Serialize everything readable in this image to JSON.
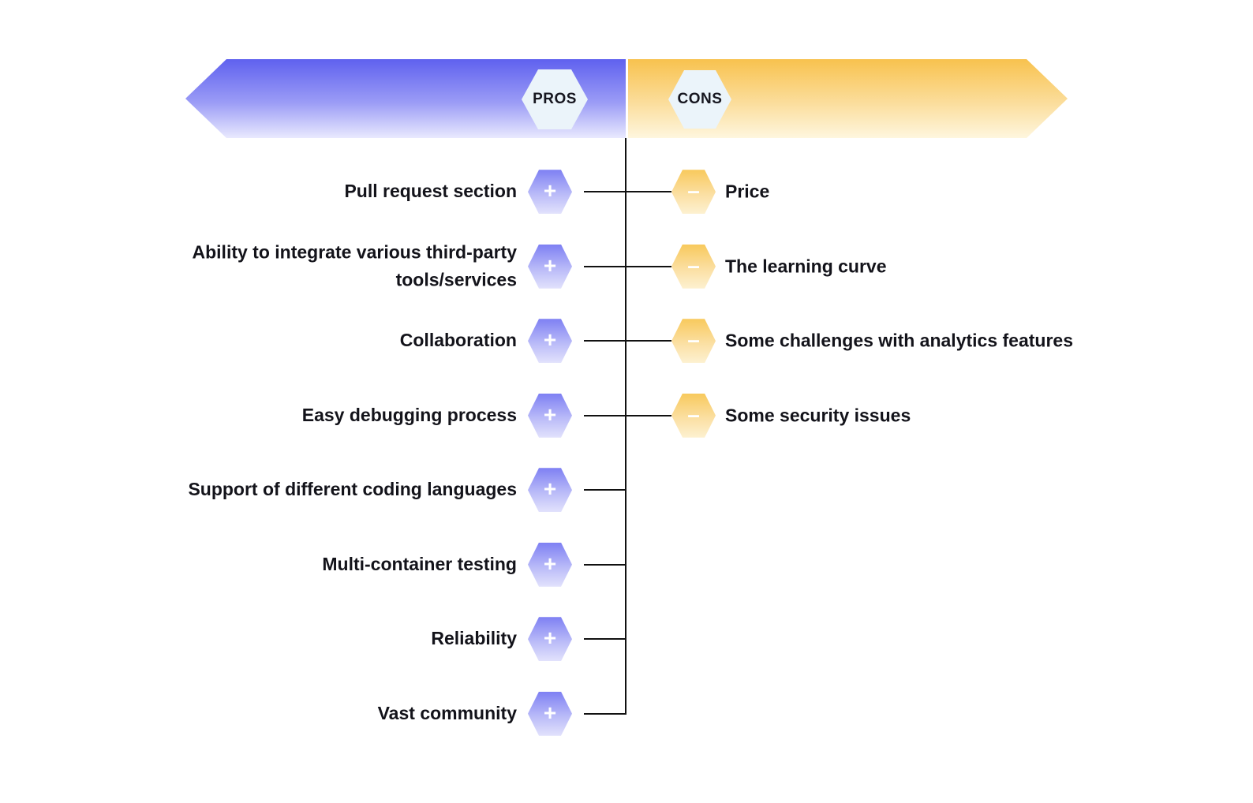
{
  "title": "Pros and cons comparison diagram",
  "header": {
    "pros_label": "PROS",
    "cons_label": "CONS"
  },
  "icons": {
    "plus": "+",
    "minus": "–"
  },
  "colors": {
    "pros_accent": "#5F61EF",
    "cons_accent": "#F8C24E",
    "badge_background": "#EBF4FA",
    "line": "#111111",
    "text": "#13131A"
  },
  "pros": [
    {
      "label": "Pull request section"
    },
    {
      "label": "Ability to integrate various third-party tools/services"
    },
    {
      "label": "Collaboration"
    },
    {
      "label": "Easy debugging process"
    },
    {
      "label": "Support of different coding languages"
    },
    {
      "label": "Multi-container testing"
    },
    {
      "label": "Reliability"
    },
    {
      "label": "Vast community"
    }
  ],
  "cons": [
    {
      "label": "Price"
    },
    {
      "label": "The learning curve"
    },
    {
      "label": "Some challenges with analytics features"
    },
    {
      "label": "Some security issues"
    }
  ]
}
